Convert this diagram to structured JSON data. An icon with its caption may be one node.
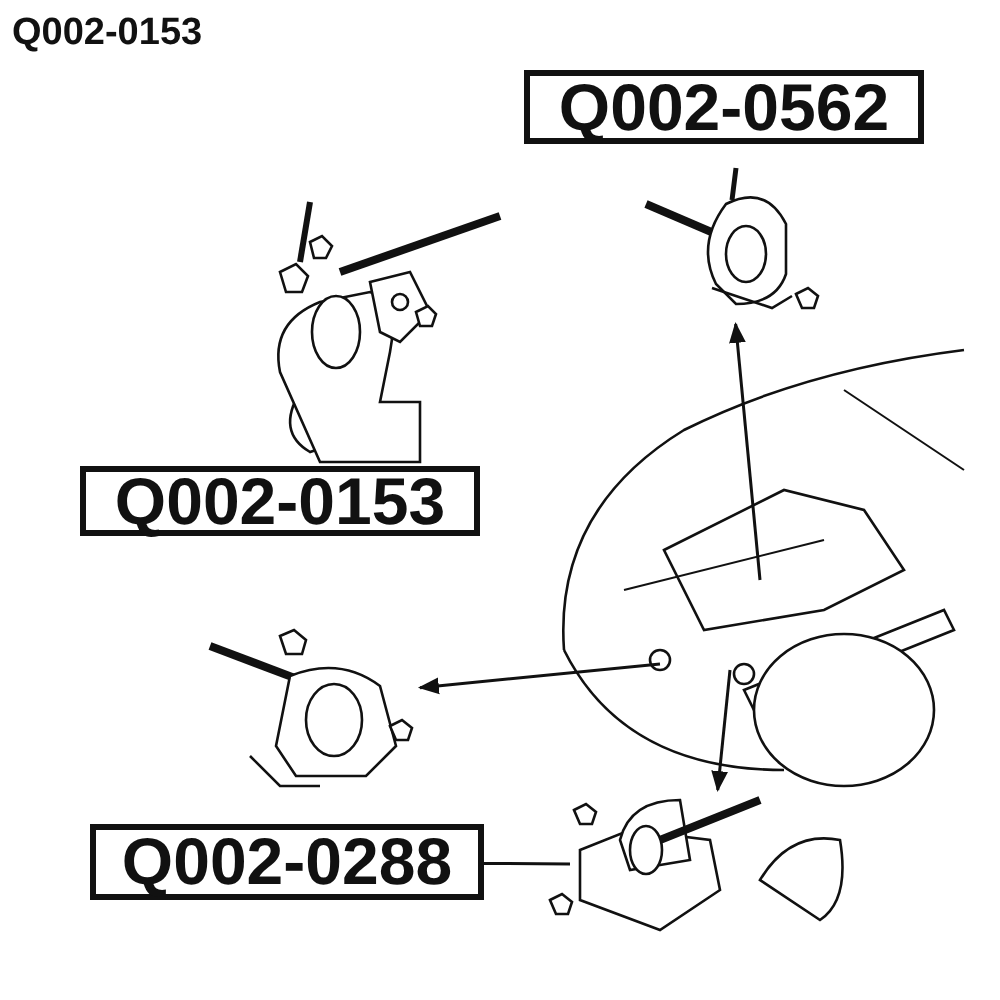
{
  "diagram": {
    "title": "Q002-0153",
    "nodes": [
      {
        "text": [
          "Q002-0562"
        ]
      },
      {
        "text": [
          "Q002-0153"
        ]
      },
      {
        "text": [
          "Q002-0288"
        ]
      },
      {
        "text": [],
        "shape": "picture"
      },
      {
        "text": [],
        "shape": "picture"
      },
      {
        "text": [],
        "shape": "picture"
      },
      {
        "text": [],
        "shape": "picture"
      },
      {
        "text": [],
        "shape": "picture"
      }
    ],
    "edges": [
      {
        "from": 6,
        "to": 4,
        "arrow": "to"
      },
      {
        "from": 6,
        "to": 5,
        "arrow": "to"
      },
      {
        "from": 6,
        "to": 7,
        "arrow": "to"
      },
      {
        "from": 2,
        "to": 7,
        "arrow": "none"
      }
    ]
  }
}
